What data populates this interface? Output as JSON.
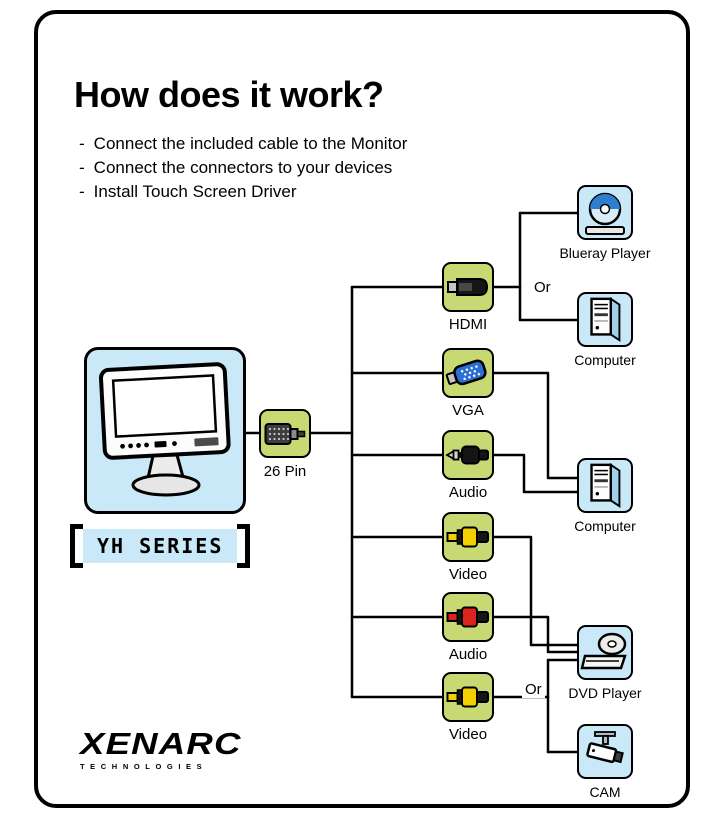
{
  "header": {
    "title": "How does it work?",
    "bullet_prefix": "-",
    "bullets": [
      "Connect the included cable to the Monitor",
      "Connect the connectors to your devices",
      "Install Touch Screen Driver"
    ]
  },
  "monitor": {
    "series_label": "YH SERIES"
  },
  "cable": {
    "label": "26 Pin"
  },
  "connectors": [
    {
      "label": "HDMI",
      "icon": "hdmi-plug-icon"
    },
    {
      "label": "VGA",
      "icon": "vga-plug-icon"
    },
    {
      "label": "Audio",
      "icon": "audio-jack-icon"
    },
    {
      "label": "Video",
      "icon": "rca-yellow-plug-icon"
    },
    {
      "label": "Audio",
      "icon": "rca-red-plug-icon"
    },
    {
      "label": "Video",
      "icon": "rca-yellow-plug-icon"
    }
  ],
  "devices": [
    {
      "label": "Blueray Player",
      "icon": "bluray-disc-icon"
    },
    {
      "label": "Computer",
      "icon": "computer-tower-icon"
    },
    {
      "label": "Computer",
      "icon": "computer-tower-icon"
    },
    {
      "label": "DVD Player",
      "icon": "dvd-player-icon"
    },
    {
      "label": "CAM",
      "icon": "cctv-camera-icon"
    }
  ],
  "or_labels": {
    "top": "Or",
    "bottom": "Or"
  },
  "logo": {
    "brand": "XENARC",
    "tagline": "TECHNOLOGIES"
  },
  "connections": [
    {
      "from": "Monitor",
      "to": "26 Pin"
    },
    {
      "from": "26 Pin",
      "to": "HDMI"
    },
    {
      "from": "26 Pin",
      "to": "VGA"
    },
    {
      "from": "26 Pin",
      "to": "Audio"
    },
    {
      "from": "26 Pin",
      "to": "Video"
    },
    {
      "from": "26 Pin",
      "to": "Audio (RCA)"
    },
    {
      "from": "26 Pin",
      "to": "Video (RCA)"
    },
    {
      "from": "HDMI",
      "to": "Blueray Player Or Computer"
    },
    {
      "from": "VGA",
      "to": "Computer"
    },
    {
      "from": "Audio",
      "to": "Computer"
    },
    {
      "from": "Video",
      "to": "DVD Player"
    },
    {
      "from": "Audio (RCA)",
      "to": "DVD Player"
    },
    {
      "from": "Video (RCA)",
      "to": "DVD Player Or CAM"
    }
  ],
  "colors": {
    "connector_bg": "#c7d973",
    "device_bg": "#c9e9f8",
    "rca_yellow": "#f2cf00",
    "rca_red": "#d9251c",
    "vga_blue": "#2b6fd4",
    "bluray_blue": "#2e7ece",
    "line": "#000000"
  }
}
